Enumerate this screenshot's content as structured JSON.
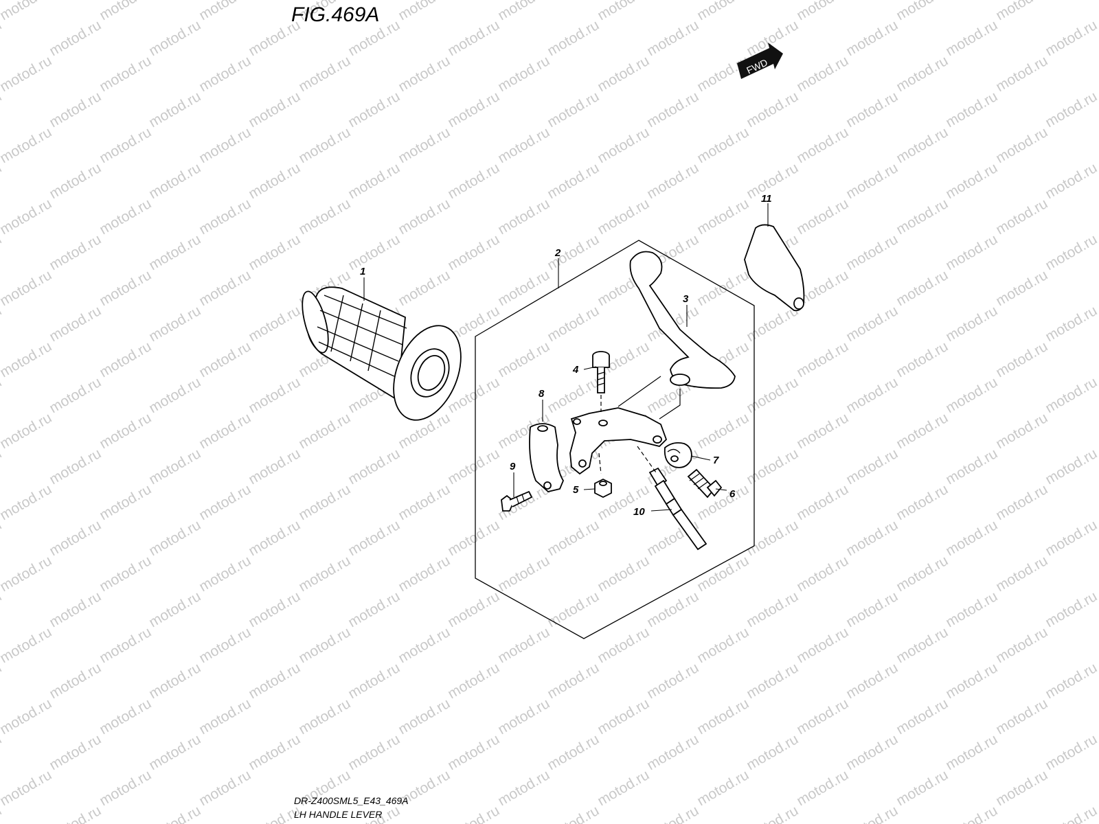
{
  "figure": {
    "title": "FIG.469A"
  },
  "watermark": {
    "text": "motod.ru"
  },
  "direction_marker": {
    "label": "FWD"
  },
  "callouts": {
    "p1": "1",
    "p2": "2",
    "p3": "3",
    "p4": "4",
    "p5": "5",
    "p6": "6",
    "p7": "7",
    "p8": "8",
    "p9": "9",
    "p10": "10",
    "p11": "11"
  },
  "footer": {
    "code": "DR-Z400SML5_E43_469A",
    "caption": "LH HANDLE LEVER"
  }
}
